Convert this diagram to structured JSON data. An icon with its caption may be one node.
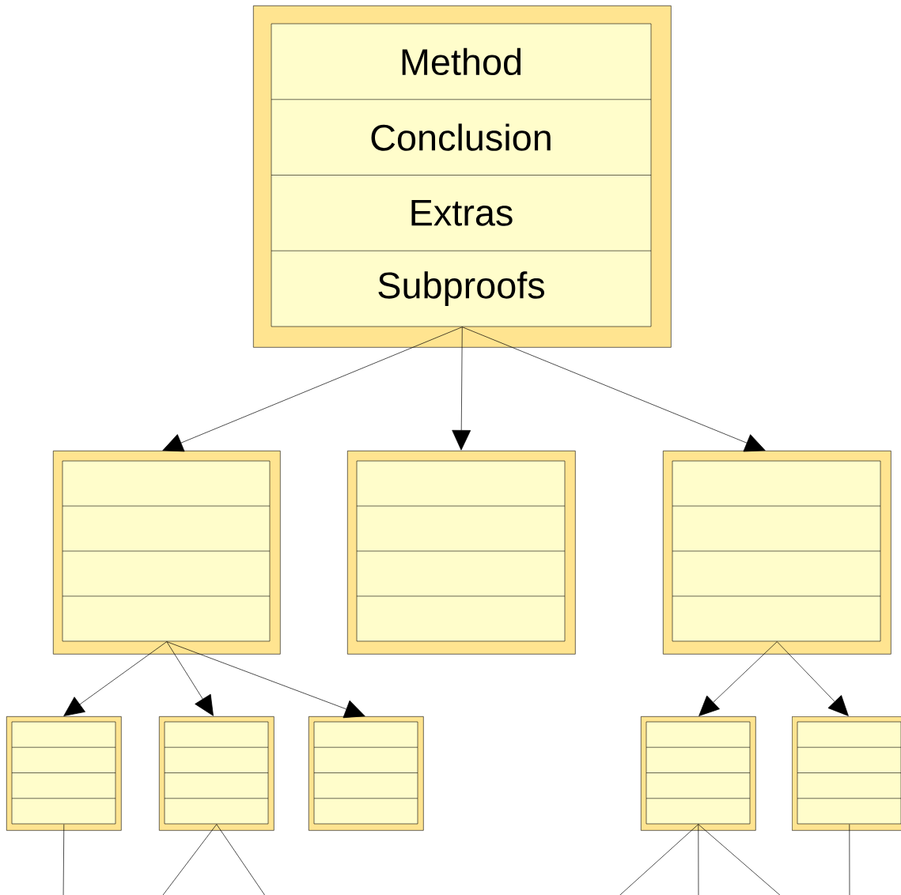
{
  "diagram": {
    "nodes": [
      {
        "text": [
          "Method",
          "Conclusion",
          "Extras",
          "Subproofs"
        ]
      },
      {
        "text": [],
        "shape": "box"
      },
      {
        "text": [],
        "shape": "box"
      },
      {
        "text": [],
        "shape": "box"
      },
      {
        "text": [],
        "shape": "box"
      },
      {
        "text": [],
        "shape": "box"
      },
      {
        "text": [],
        "shape": "box"
      },
      {
        "text": [],
        "shape": "box"
      },
      {
        "text": [],
        "shape": "box"
      }
    ],
    "edges": [
      {
        "from": 0,
        "to": 1,
        "arrow": "to"
      },
      {
        "from": 0,
        "to": 2,
        "arrow": "to"
      },
      {
        "from": 0,
        "to": 3,
        "arrow": "to"
      },
      {
        "from": 1,
        "to": 4,
        "arrow": "to"
      },
      {
        "from": 1,
        "to": 5,
        "arrow": "to"
      },
      {
        "from": 1,
        "to": 6,
        "arrow": "to"
      },
      {
        "from": 3,
        "to": 7,
        "arrow": "to"
      },
      {
        "from": 3,
        "to": 8,
        "arrow": "to"
      },
      {
        "from": 4,
        "to": null,
        "arrow": "none"
      },
      {
        "from": 5,
        "to": null,
        "arrow": "none"
      },
      {
        "from": 5,
        "to": null,
        "arrow": "none"
      },
      {
        "from": 7,
        "to": null,
        "arrow": "none"
      },
      {
        "from": 7,
        "to": null,
        "arrow": "none"
      },
      {
        "from": 7,
        "to": null,
        "arrow": "none"
      },
      {
        "from": 8,
        "to": null,
        "arrow": "none"
      }
    ]
  }
}
